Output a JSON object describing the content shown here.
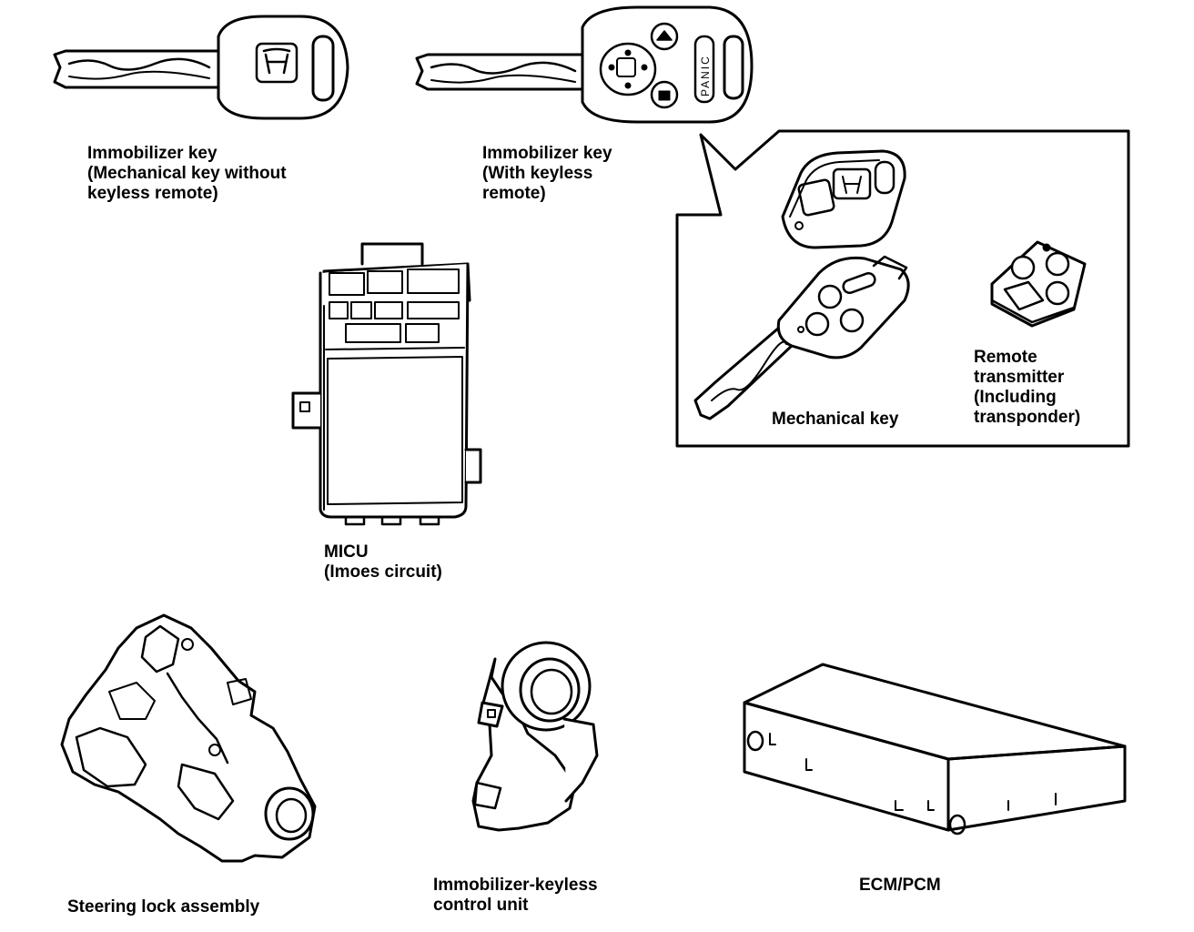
{
  "labels": {
    "immobilizer_key_mech": [
      "Immobilizer key",
      "(Mechanical key without",
      "keyless remote)"
    ],
    "immobilizer_key_remote": [
      "Immobilizer key",
      "(With keyless",
      "remote)"
    ],
    "mechanical_key": "Mechanical key",
    "remote_transmitter": [
      "Remote",
      "transmitter",
      "(Including",
      "transponder)"
    ],
    "micu": [
      "MICU",
      "(Imoes circuit)"
    ],
    "steering_lock": "Steering lock assembly",
    "immobilizer_keyless_unit": [
      "Immobilizer-keyless",
      "control unit"
    ],
    "ecm_pcm": "ECM/PCM"
  },
  "remote_buttons": {
    "panic": "PANIC"
  }
}
